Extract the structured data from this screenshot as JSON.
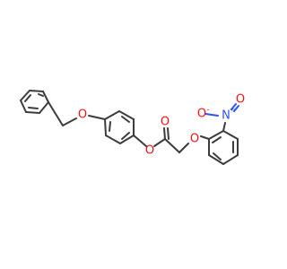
{
  "colors": {
    "background": "#ffffff",
    "carbon_bond": "#3c3c3c",
    "oxygen": "#ff0d0d",
    "nitrogen": "#3050f8"
  },
  "atoms": [
    {
      "id": "o_ether_benzyl",
      "element": "O",
      "label": "O",
      "color": "oxygen"
    },
    {
      "id": "o_ester_single",
      "element": "O",
      "label": "O",
      "color": "oxygen"
    },
    {
      "id": "o_ester_carbonyl",
      "element": "O",
      "label": "O",
      "color": "oxygen"
    },
    {
      "id": "o_ether_aryl",
      "element": "O",
      "label": "O",
      "color": "oxygen"
    },
    {
      "id": "n_nitro",
      "element": "N",
      "label": "N",
      "charge": "+",
      "color": "nitrogen"
    },
    {
      "id": "o_nitro_minus",
      "element": "O",
      "label": "O",
      "charge": "-",
      "color": "oxygen"
    },
    {
      "id": "o_nitro_double",
      "element": "O",
      "label": "O",
      "color": "oxygen"
    }
  ]
}
